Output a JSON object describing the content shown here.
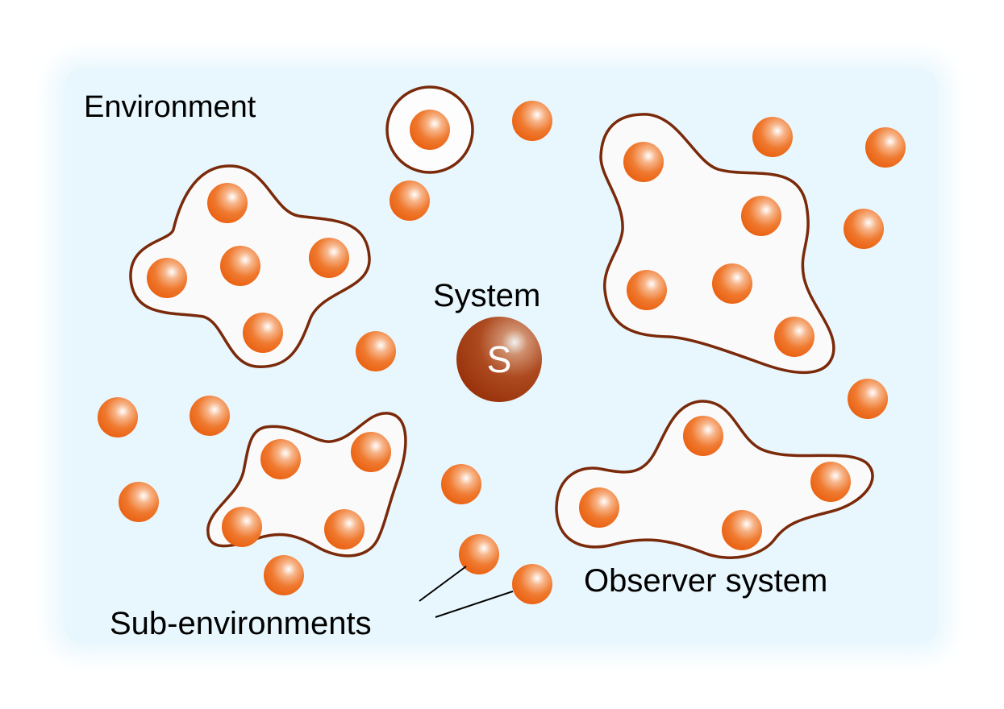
{
  "labels": {
    "environment": "Environment",
    "system": "System",
    "system_symbol": "S",
    "observer_system": "Observer system",
    "sub_environments": "Sub-environments"
  },
  "colors": {
    "background": "#e8f7fd",
    "particle": "#ec6518",
    "particle_highlight": "#ffffff",
    "system": "#a83a0e",
    "outline": "#7a2a0a",
    "cluster_fill": "#fafafa"
  },
  "clusters": [
    {
      "name": "single-particle-cluster",
      "particles": 1
    },
    {
      "name": "left-cluster",
      "particles": 5
    },
    {
      "name": "right-cluster",
      "particles": 5
    },
    {
      "name": "bottom-left-cluster",
      "particles": 4
    },
    {
      "name": "observer-cluster",
      "particles": 4
    }
  ]
}
